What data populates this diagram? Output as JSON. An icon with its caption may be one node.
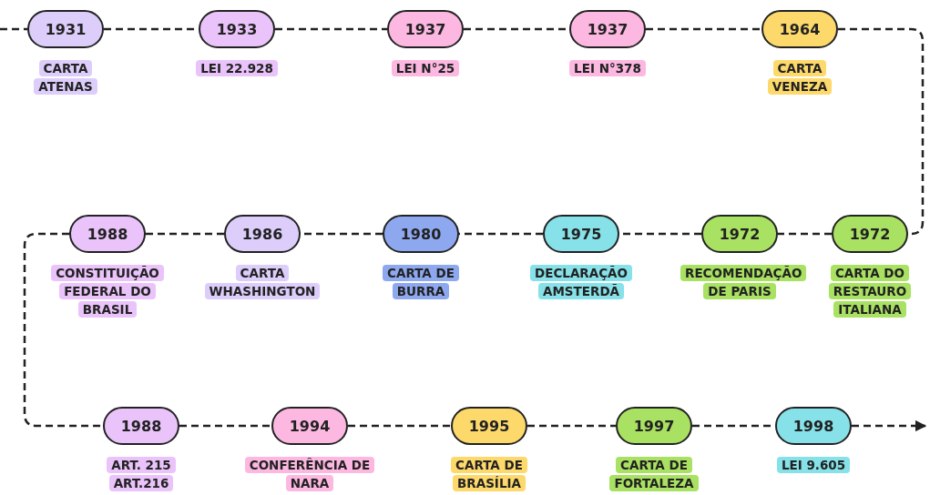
{
  "diagram": {
    "nodes": [
      {
        "text": [
          "1931"
        ],
        "beside": [
          "CARTA ATENAS"
        ]
      },
      {
        "text": [
          "1933"
        ],
        "beside": [
          "LEI 22.928"
        ]
      },
      {
        "text": [
          "1937"
        ],
        "beside": [
          "LEI N°25"
        ]
      },
      {
        "text": [
          "1937"
        ],
        "beside": [
          "LEI N°378"
        ]
      },
      {
        "text": [
          "1964"
        ],
        "beside": [
          "CARTA VENEZA"
        ]
      },
      {
        "text": [
          "1972"
        ],
        "beside": [
          "CARTA DO RESTAURO ITALIANA"
        ]
      },
      {
        "text": [
          "1972"
        ],
        "beside": [
          "RECOMENDAÇÃO DE PARIS"
        ]
      },
      {
        "text": [
          "1975"
        ],
        "beside": [
          "DECLARAÇÃO AMSTERDÃ"
        ]
      },
      {
        "text": [
          "1980"
        ],
        "beside": [
          "CARTA DE BURRA"
        ]
      },
      {
        "text": [
          "1986"
        ],
        "beside": [
          "CARTA WHASHINGTON"
        ]
      },
      {
        "text": [
          "1988"
        ],
        "beside": [
          "CONSTITUIÇÃO FEDERAL DO BRASIL"
        ]
      },
      {
        "text": [
          "1988"
        ],
        "beside": [
          "ART. 215 ART.216"
        ]
      },
      {
        "text": [
          "1994"
        ],
        "beside": [
          "CONFERÊNCIA DE NARA"
        ]
      },
      {
        "text": [
          "1995"
        ],
        "beside": [
          "CARTA DE BRASÍLIA"
        ]
      },
      {
        "text": [
          "1997"
        ],
        "beside": [
          "CARTA DE FORTALEZA"
        ]
      },
      {
        "text": [
          "1998"
        ],
        "beside": [
          "LEI 9.605"
        ]
      }
    ],
    "edges": [
      {
        "from": null,
        "to": 0,
        "arrow": "none",
        "style": "dashed"
      },
      {
        "from": 0,
        "to": 1,
        "arrow": "none",
        "style": "dashed"
      },
      {
        "from": 1,
        "to": 2,
        "arrow": "none",
        "style": "dashed"
      },
      {
        "from": 2,
        "to": 3,
        "arrow": "none",
        "style": "dashed"
      },
      {
        "from": 3,
        "to": 4,
        "arrow": "none",
        "style": "dashed"
      },
      {
        "from": 4,
        "to": 5,
        "arrow": "none",
        "style": "dashed"
      },
      {
        "from": 5,
        "to": 6,
        "arrow": "none",
        "style": "dashed"
      },
      {
        "from": 6,
        "to": 7,
        "arrow": "none",
        "style": "dashed"
      },
      {
        "from": 7,
        "to": 8,
        "arrow": "none",
        "style": "dashed"
      },
      {
        "from": 8,
        "to": 9,
        "arrow": "none",
        "style": "dashed"
      },
      {
        "from": 9,
        "to": 10,
        "arrow": "none",
        "style": "dashed"
      },
      {
        "from": 10,
        "to": 11,
        "arrow": "none",
        "style": "dashed"
      },
      {
        "from": 11,
        "to": 12,
        "arrow": "none",
        "style": "dashed"
      },
      {
        "from": 12,
        "to": 13,
        "arrow": "none",
        "style": "dashed"
      },
      {
        "from": 13,
        "to": 14,
        "arrow": "none",
        "style": "dashed"
      },
      {
        "from": 14,
        "to": 15,
        "arrow": "none",
        "style": "dashed"
      },
      {
        "from": 15,
        "to": null,
        "arrow": "to",
        "style": "dashed"
      }
    ]
  }
}
